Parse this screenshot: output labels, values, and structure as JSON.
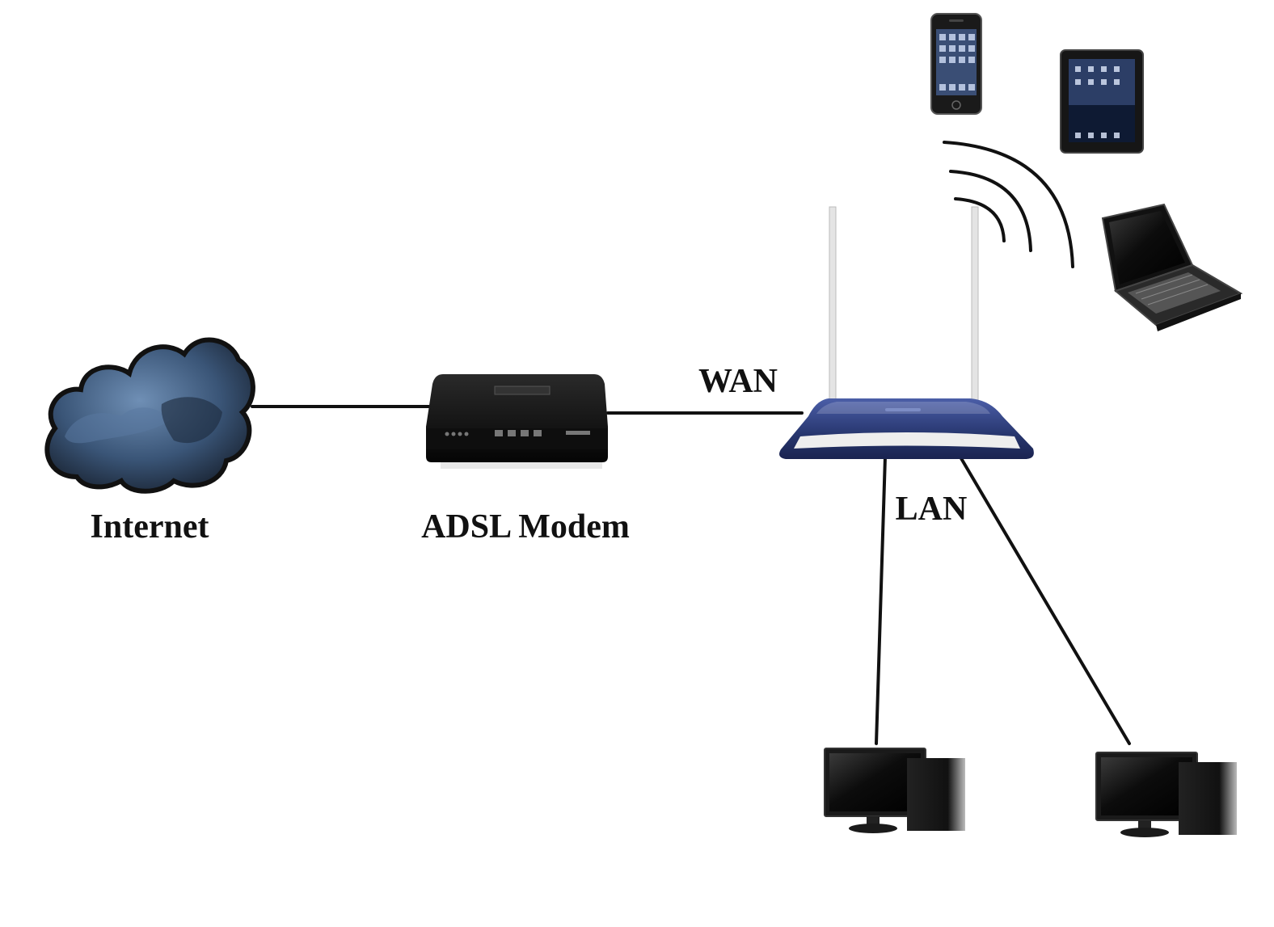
{
  "labels": {
    "internet": "Internet",
    "modem": "ADSL Modem",
    "wan": "WAN",
    "lan": "LAN"
  },
  "devices": {
    "cloud": "cloud-icon",
    "modem": "adsl-modem-icon",
    "router": "wireless-router-icon",
    "phone": "smartphone-icon",
    "tablet": "tablet-icon",
    "laptop": "laptop-icon",
    "desktops": [
      "desktop-computer-icon",
      "desktop-computer-icon"
    ]
  },
  "colors": {
    "cable": "#111111",
    "cloud": "#3a5577",
    "router": "#27366e",
    "device_body": "#151515"
  }
}
